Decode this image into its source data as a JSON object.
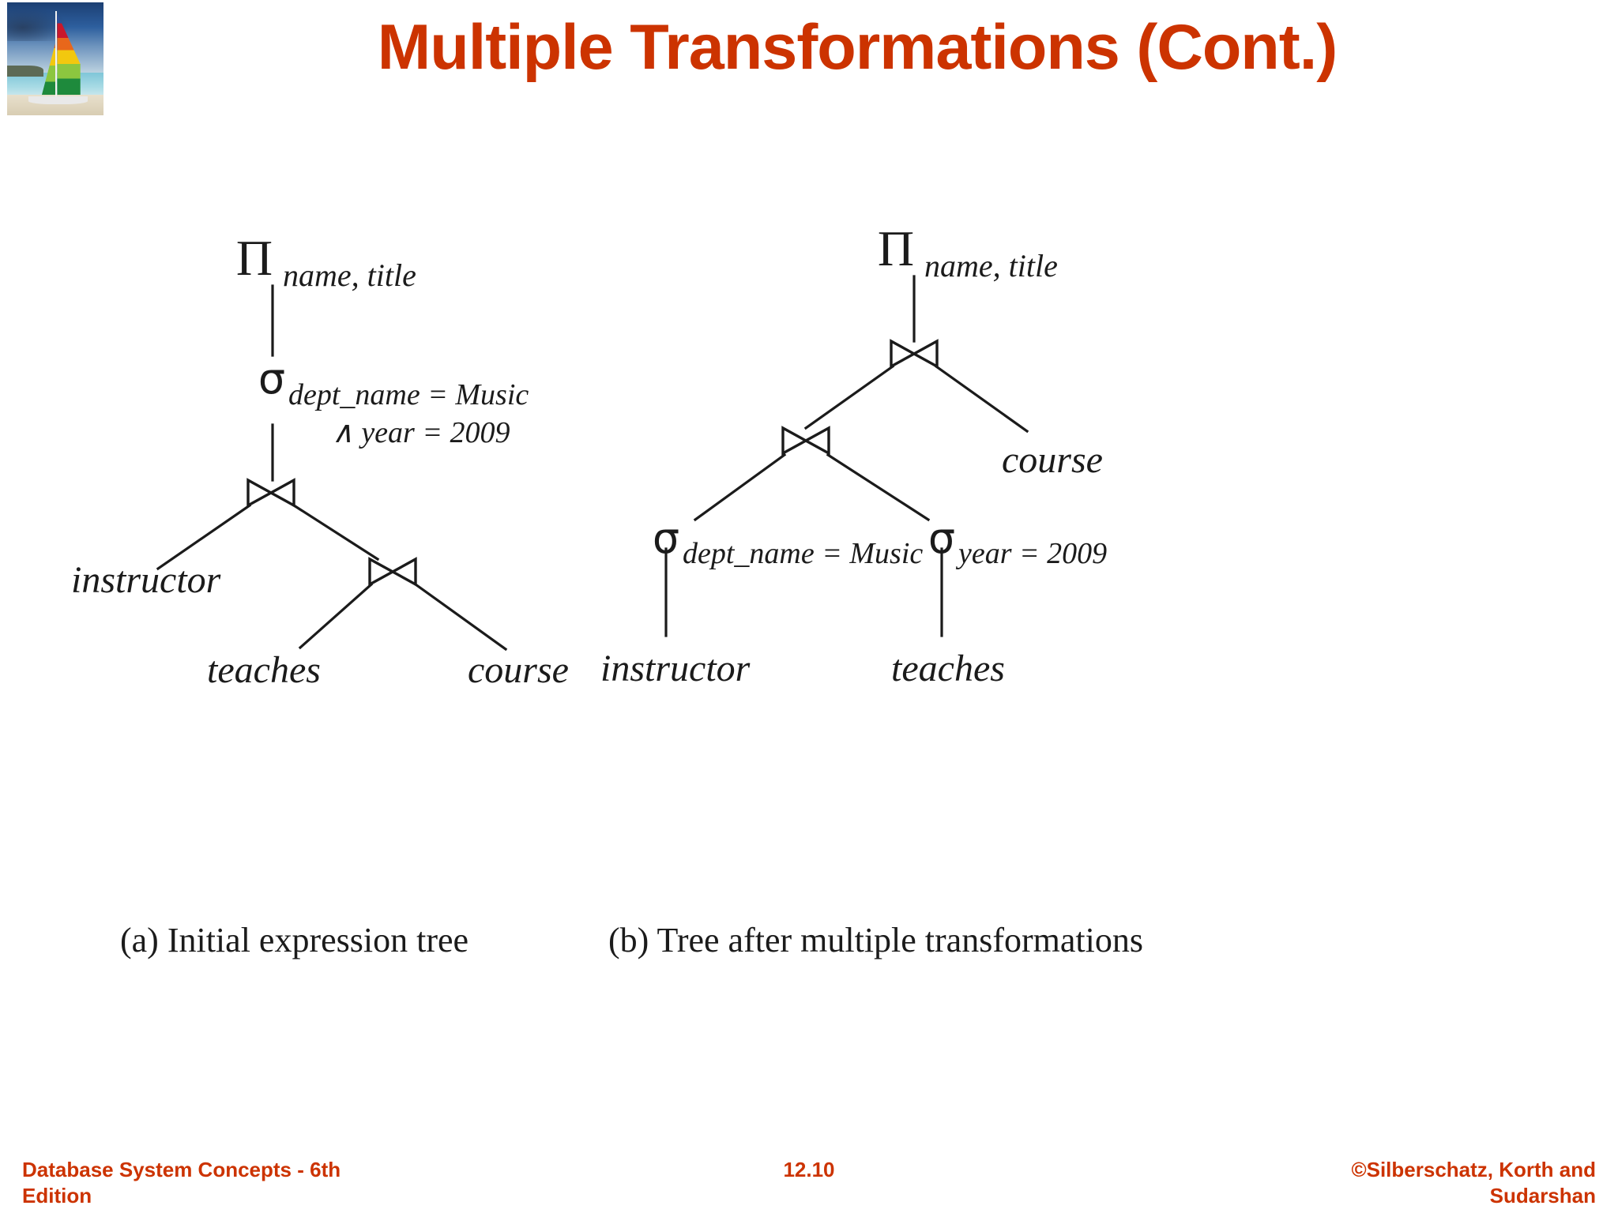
{
  "slide": {
    "title": "Multiple Transformations (Cont.)",
    "title_color": "#CC3300",
    "logo_alt": "sailboat-logo"
  },
  "figure": {
    "caption_a": "(a) Initial expression tree",
    "caption_b": "(b) Tree after multiple transformations",
    "tree_a": {
      "name": "initial-expression-tree",
      "nodes": {
        "project": {
          "symbol": "Π",
          "subscript": "name, title"
        },
        "select": {
          "symbol": "σ",
          "subscript_line1": "dept_name = Music",
          "subscript_line2": "∧ year = 2009"
        },
        "join_top": {
          "symbol": "⋈"
        },
        "join_inner": {
          "symbol": "⋈"
        },
        "leaf_instructor": "instructor",
        "leaf_teaches": "teaches",
        "leaf_course": "course"
      }
    },
    "tree_b": {
      "name": "transformed-expression-tree",
      "nodes": {
        "project": {
          "symbol": "Π",
          "subscript": "name, title"
        },
        "join_top": {
          "symbol": "⋈"
        },
        "join_inner": {
          "symbol": "⋈"
        },
        "select_dept": {
          "symbol": "σ",
          "subscript": "dept_name = Music"
        },
        "select_year": {
          "symbol": "σ",
          "subscript": "year = 2009"
        },
        "leaf_course": "course",
        "leaf_instructor": "instructor",
        "leaf_teaches": "teaches"
      }
    }
  },
  "footer": {
    "left_line1": "Database System Concepts - 6th",
    "left_sup": "th",
    "left_line2": "Edition",
    "page": "12.10",
    "right_line1": "©Silberschatz, Korth and",
    "right_line2": "Sudarshan"
  }
}
